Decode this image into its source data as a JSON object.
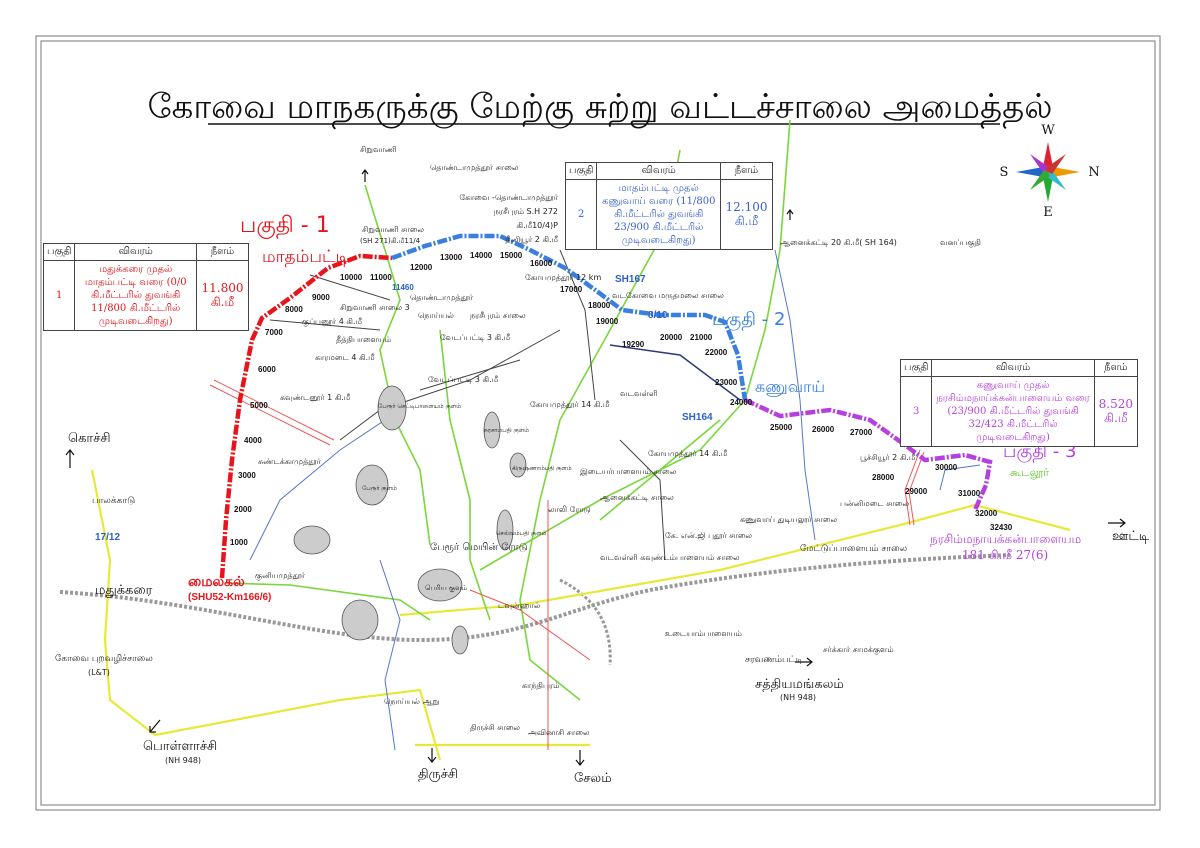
{
  "title": "கோவை மாநகருக்கு மேற்கு சுற்று வட்டச்சாலை அமைத்தல்",
  "compass": {
    "N": "N",
    "S": "S",
    "E": "E",
    "W": "W"
  },
  "colors": {
    "phase1": "#e8141c",
    "phase2": "#3a7fe0",
    "phase3": "#b63fe0",
    "green_road": "#7ad63a",
    "yellow_road": "#eded3a",
    "railway": "#9a9a9a"
  },
  "phases": [
    {
      "label": "பகுதி - 1",
      "place": "மாதம்பட்டி"
    },
    {
      "label": "பகுதி - 2",
      "place": "கணுவாய்"
    },
    {
      "label": "பகுதி - 3",
      "place": "கூடலூர்"
    }
  ],
  "tables": [
    {
      "headers": [
        "பகுதி",
        "விவரம்",
        "நீளம்"
      ],
      "no": "1",
      "desc": "மதுக்கரை முதல் மாதம்பட்டி வரை (0/0 கி.மீட்டரில் துவங்கி 11/800 கி.மீட்டரில் முடிவடைகிறது)",
      "length": "11.800 கி.மீ"
    },
    {
      "headers": [
        "பகுதி",
        "விவரம்",
        "நீளம்"
      ],
      "no": "2",
      "desc": "மாதம்பட்டி முதல் கணுவாய் வரை (11/800 கி.மீட்டரில் துவங்கி 23/900 கி.மீட்டரில் முடிவடைகிறது)",
      "length": "12.100 கி.மீ"
    },
    {
      "headers": [
        "பகுதி",
        "விவரம்",
        "நீளம்"
      ],
      "no": "3",
      "desc": "கணுவாய் முதல் நரசிம்மநாய்க்கன்பாளையம் வரை (23/900 கி.மீட்டரில் துவங்கி 32/423 கி.மீட்டரில் முடிவடைகிறது)",
      "length": "8.520 கி.மீ"
    }
  ],
  "start": {
    "name": "மைலகல்",
    "ref": "(SHU52-Km166/6)"
  },
  "end": {
    "name": "நரசிம்மநாயக்கன்பாளையம",
    "ref": "181 கி.மீ 27(6)"
  },
  "chainage": [
    "1000",
    "2000",
    "3000",
    "4000",
    "5000",
    "6000",
    "7000",
    "8000",
    "9000",
    "10000",
    "11000",
    "11460",
    "12000",
    "13000",
    "14000",
    "15000",
    "16000",
    "17000",
    "18000",
    "19000",
    "19290",
    "20000",
    "21000",
    "22000",
    "23000",
    "24000",
    "25000",
    "26000",
    "27000",
    "28000",
    "29000",
    "30000",
    "31000",
    "32000",
    "32430"
  ],
  "road_codes": {
    "sh167": "SH167",
    "sh164": "SH164",
    "r810": "8/10",
    "r1712": "17/12"
  },
  "places": {
    "siruvani": "சிறுவாணி",
    "thondamuthur_road": "தொண்டாமுத்தூர் சாலை",
    "kovai_thondamuthur": "கோவை -தொண்டாமுத்தூர்",
    "narasipuram": "நரசீபுரம் S.H 272",
    "km10_4p": "கி.மீ10/4)P",
    "thiruvur": "தீனியூர் 2 கி.மீ",
    "siruvani_road_sh": "சிறுவாணி சாலை",
    "sh271": "(SH 271)கி.மீ11/4",
    "thondamuthur": "தொண்டாமுத்தூர்",
    "kuppanur": "குப்பனூர் 4 கி.மீ",
    "siruvani_road3": "சிறுவாணி சாலை 3",
    "theethipalayam": "தீத்திபாளையம்",
    "karamadai": "காரமடை 4 கி.மீ",
    "kalvanur": "கவுண்டனூர் 1 கி.மீ",
    "kochi": "கொச்சி",
    "palakkad": "பாலக்காடு",
    "madukkarai": "மதுக்கரை",
    "kovai_bypass": "கோவை புறவழிச்சாலை",
    "lt": "(L&T)",
    "pollachi": "பொள்ளாச்சி",
    "nh948a": "(NH 948)",
    "trichy": "திருச்சி",
    "salem": "சேலம்",
    "sathy": "சத்தியமங்கலம்",
    "nh948b": "(NH 948)",
    "saravanampatti": "சரவணம்பட்டி",
    "sarkar": "சர்க்கார் சாமக்குளம்",
    "ooty": "ஊட்டி",
    "mettupalayam_road": "மேட்டுப்பாளையம் சாலை",
    "pannimadai": "பன்னிமடை சாலை",
    "kanuvai_thudiyalur": "கணுவாய் துடியலூர் சாலை",
    "poochiyur": "பூச்சியூர் 2 கி.மீ",
    "anaikatti": "ஆனைக்கட்டி 20 கி.மீ( SH 164)",
    "vanappakuthi": "வனப்பகுதி",
    "vadakovai": "வடகோவை மருதமலை சாலை",
    "vedapatti": "வேடப்பட்டி 3 கி.மீ",
    "vedapatti2": "வேடப்பட்டி 3 கி.மீ",
    "perur_sett": "பேரூர் செட்டிபாளையம் குளம்",
    "sundakamuthur": "சுண்டக்காமுத்தூர்",
    "coimbatore12": "கோயமுத்தூர் 12 km",
    "coimbatore14": "கோயமுத்தூர் 14 கி.மீ",
    "coimbatore14b": "கோயமுத்தூர் 14 கி.மீ",
    "vadavalli": "வடவள்ளி",
    "idaiyarpalayam": "இடையர்பாளையம் சாலை",
    "lali_road": "லாலி ரோடு",
    "anaikatti_road": "ஆனைக்கட்டி சாலை",
    "kn_pudur": "கே. என்.ஜி புதூர் சாலை",
    "vadavalli_kp": "வடவள்ளி கவுண்டம்பாளையம் சாலை",
    "perur_main": "பேரூர் மெயின் ரோடு",
    "perur_kulam": "பேரூர் குளம்",
    "periya_kulam": "பெரிய குளம்",
    "selvampathi": "செல்வம்பதி குளம்",
    "krishnampathi": "கிருஷ்ணாம்பதி குளம்",
    "narasampathi": "நரசாம்பதி குளம்",
    "kuniyamuthur": "குனியமுத்தூர்",
    "townhall": "டவுன்ஹால்",
    "udayampalayam": "உடையாம்பாளையம்",
    "noyyal": "நொய்யல் ஆறு",
    "kanthipuram": "காந்திபுரம்",
    "trichy_road": "திருச்சி சாலை",
    "avinashi_road": "அவினாசி சாலை",
    "narasipuram_road": "நரசீபுரம் சாலை",
    "noyyal2": "நொய்யல்"
  }
}
